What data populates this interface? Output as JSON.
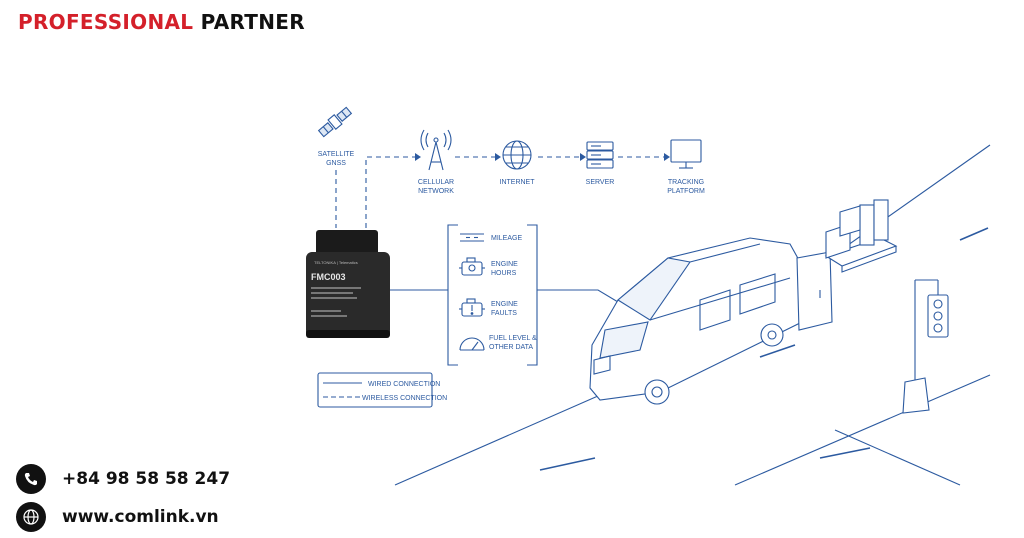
{
  "brand": {
    "word1": "PROFESSIONAL",
    "word2": "PARTNER"
  },
  "colors": {
    "brand_red": "#d4202a",
    "line_blue": "#2c5aa0",
    "text_dark": "#111111"
  },
  "nodes": {
    "satellite": [
      "SATELLITE",
      "GNSS"
    ],
    "cellular": [
      "CELLULAR",
      "NETWORK"
    ],
    "internet": "INTERNET",
    "server": "SERVER",
    "tracking": [
      "TRACKING",
      "PLATFORM"
    ]
  },
  "device": {
    "model": "FMC003",
    "brand": "TELTONIKA | Telematics"
  },
  "data_items": [
    {
      "icon": "mileage-icon",
      "lines": [
        "MILEAGE"
      ]
    },
    {
      "icon": "engine-icon",
      "lines": [
        "ENGINE",
        "HOURS"
      ]
    },
    {
      "icon": "engine-fault-icon",
      "lines": [
        "ENGINE",
        "FAULTS"
      ]
    },
    {
      "icon": "gauge-icon",
      "lines": [
        "FUEL LEVEL &",
        "OTHER DATA"
      ]
    }
  ],
  "legend": {
    "wired": "WIRED CONNECTION",
    "wireless": "WIRELESS CONNECTION"
  },
  "contact": {
    "phone": "+84 98 58 58 247",
    "website": "www.comlink.vn"
  }
}
